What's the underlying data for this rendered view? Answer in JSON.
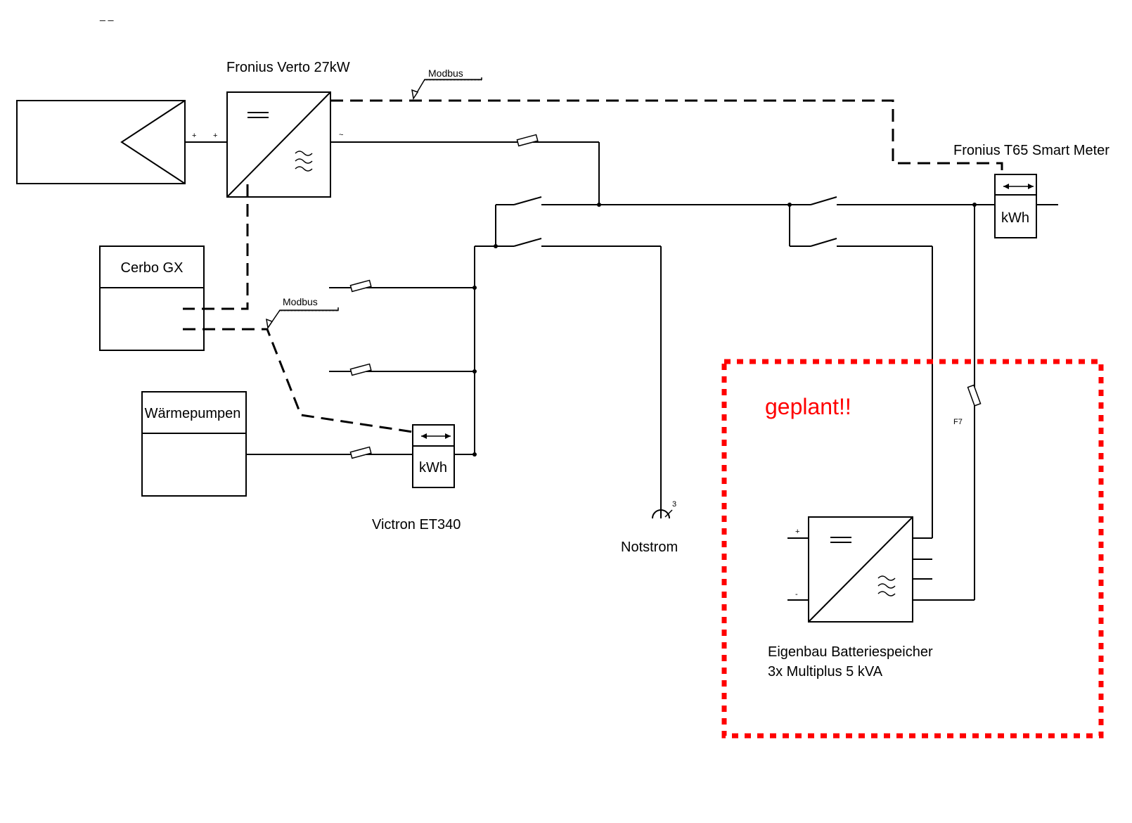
{
  "corner_mark": "_ _",
  "inverter": {
    "label": "Fronius Verto 27kW",
    "plus1": "+",
    "plus2": "+",
    "ac": "~"
  },
  "modbus_top": "Modbus",
  "modbus_mid": "Modbus",
  "smart_meter": {
    "label": "Fronius T65 Smart Meter",
    "unit": "kWh"
  },
  "cerbo": {
    "label": "Cerbo GX"
  },
  "heatpumps": {
    "label": "Wärmepumpen"
  },
  "victron": {
    "label": "Victron ET340",
    "unit": "kWh"
  },
  "notstrom": {
    "label": "Notstrom",
    "index": "3"
  },
  "planned": "geplant!!",
  "fuse_f7": "F7",
  "battery": {
    "line1": "Eigenbau Batteriespeicher",
    "line2": "3x Multiplus 5 kVA",
    "plus": "+",
    "minus": "-"
  }
}
